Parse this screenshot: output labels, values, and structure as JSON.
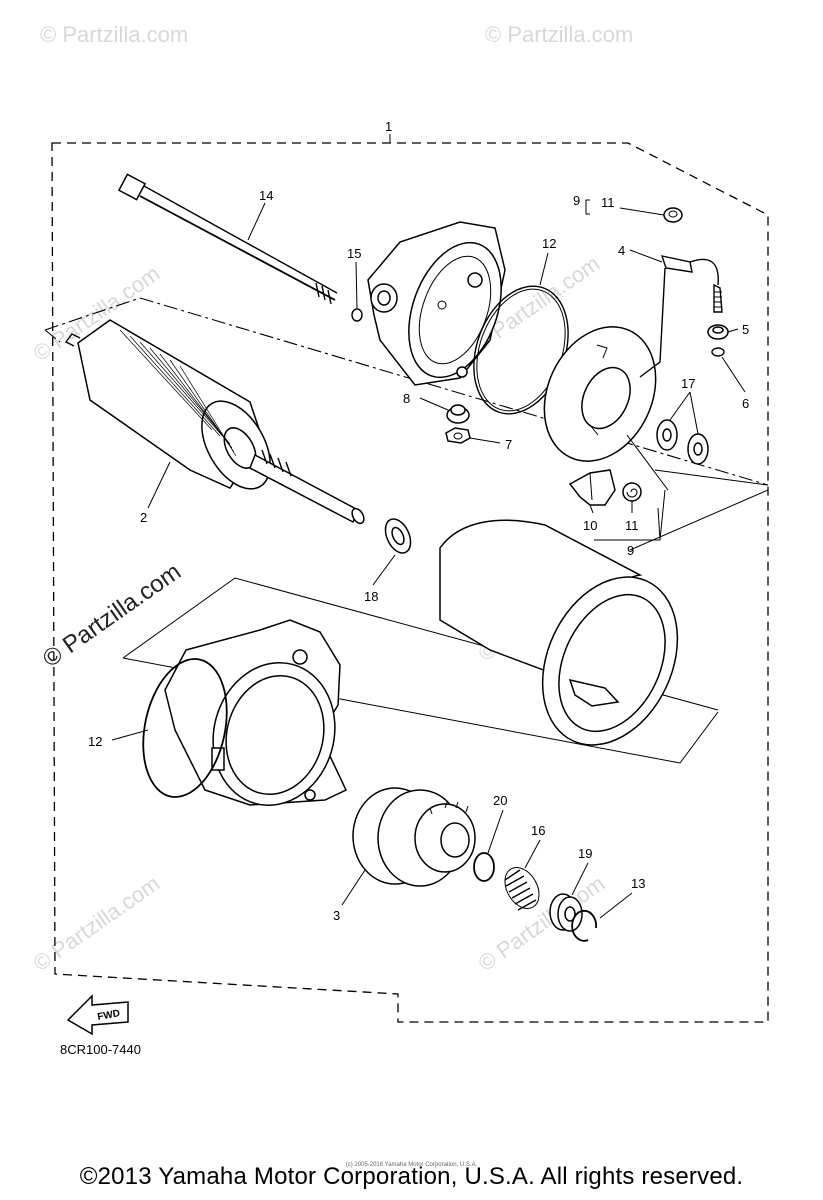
{
  "diagram": {
    "reference_code": "8CR100-7440",
    "fwd_label": "FWD",
    "footer": "©2013 Yamaha Motor Corporation, U.S.A. All rights reserved.",
    "footer_small": "(c) 2005-2016 Yamaha Motor Corporation, U.S.A.",
    "watermark": "© Partzilla.com",
    "watermark_small": "© Partzilla.com",
    "callouts": {
      "c1": "1",
      "c2": "2",
      "c3": "3",
      "c4": "4",
      "c5": "5",
      "c6": "6",
      "c7": "7",
      "c8": "8",
      "c9a": "9",
      "c9b": "9",
      "c10": "10",
      "c11a": "11",
      "c11b": "11",
      "c12a": "12",
      "c12b": "12",
      "c13": "13",
      "c14": "14",
      "c15": "15",
      "c16": "16",
      "c17": "17",
      "c18": "18",
      "c19": "19",
      "c20": "20"
    }
  }
}
